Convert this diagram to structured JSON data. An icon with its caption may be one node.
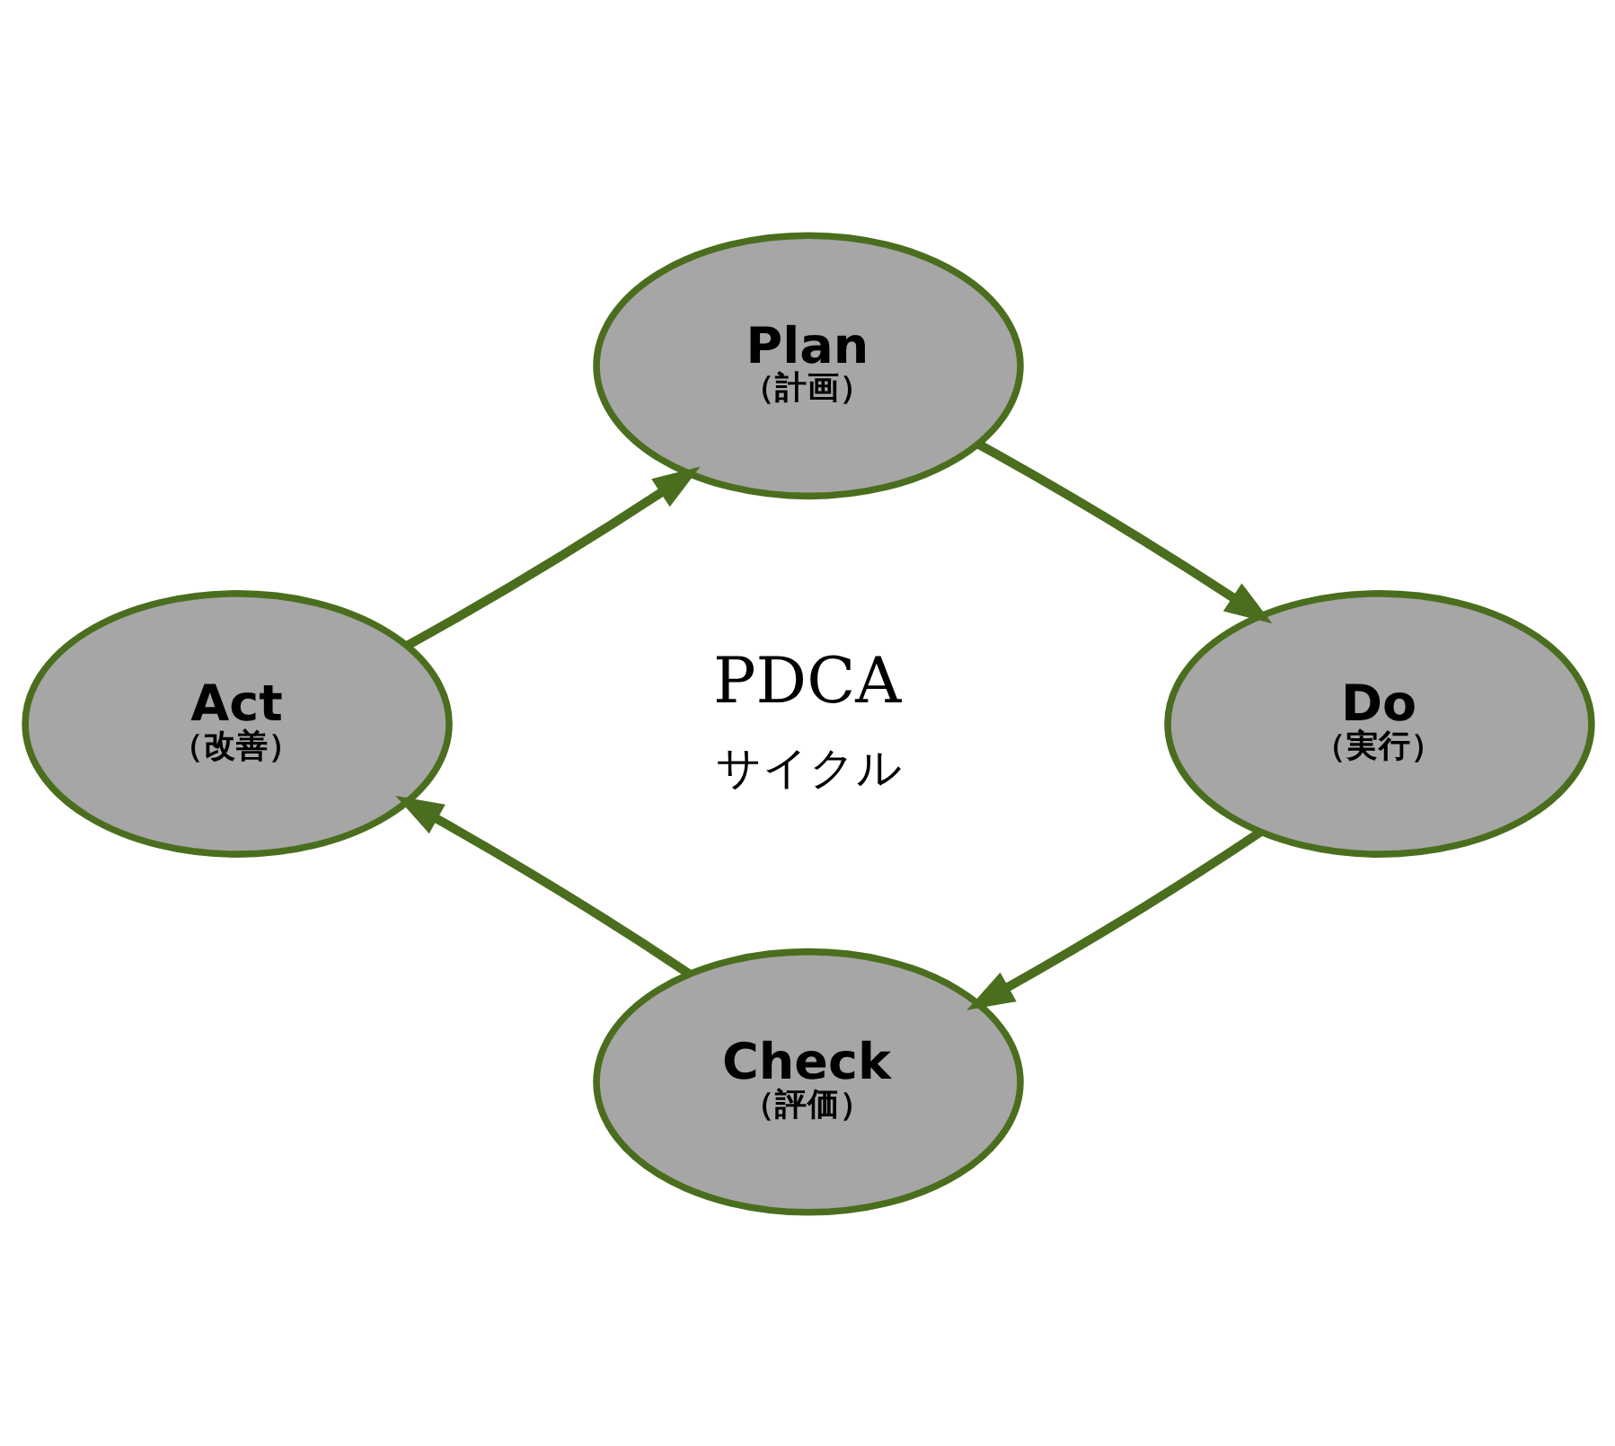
{
  "diagram": {
    "nodes": [
      {
        "text": [
          "Plan",
          "（計画）"
        ]
      },
      {
        "text": [
          "Do",
          "（実行）"
        ]
      },
      {
        "text": [
          "Check",
          "（評価）"
        ]
      },
      {
        "text": [
          "Act",
          "（改善）"
        ]
      }
    ],
    "edges": [
      {
        "from": 0,
        "to": 1,
        "arrow": "to"
      },
      {
        "from": 1,
        "to": 2,
        "arrow": "to"
      },
      {
        "from": 2,
        "to": 3,
        "arrow": "to"
      },
      {
        "from": 3,
        "to": 0,
        "arrow": "to"
      }
    ],
    "labels": [
      "PDCA",
      "サイクル"
    ]
  }
}
